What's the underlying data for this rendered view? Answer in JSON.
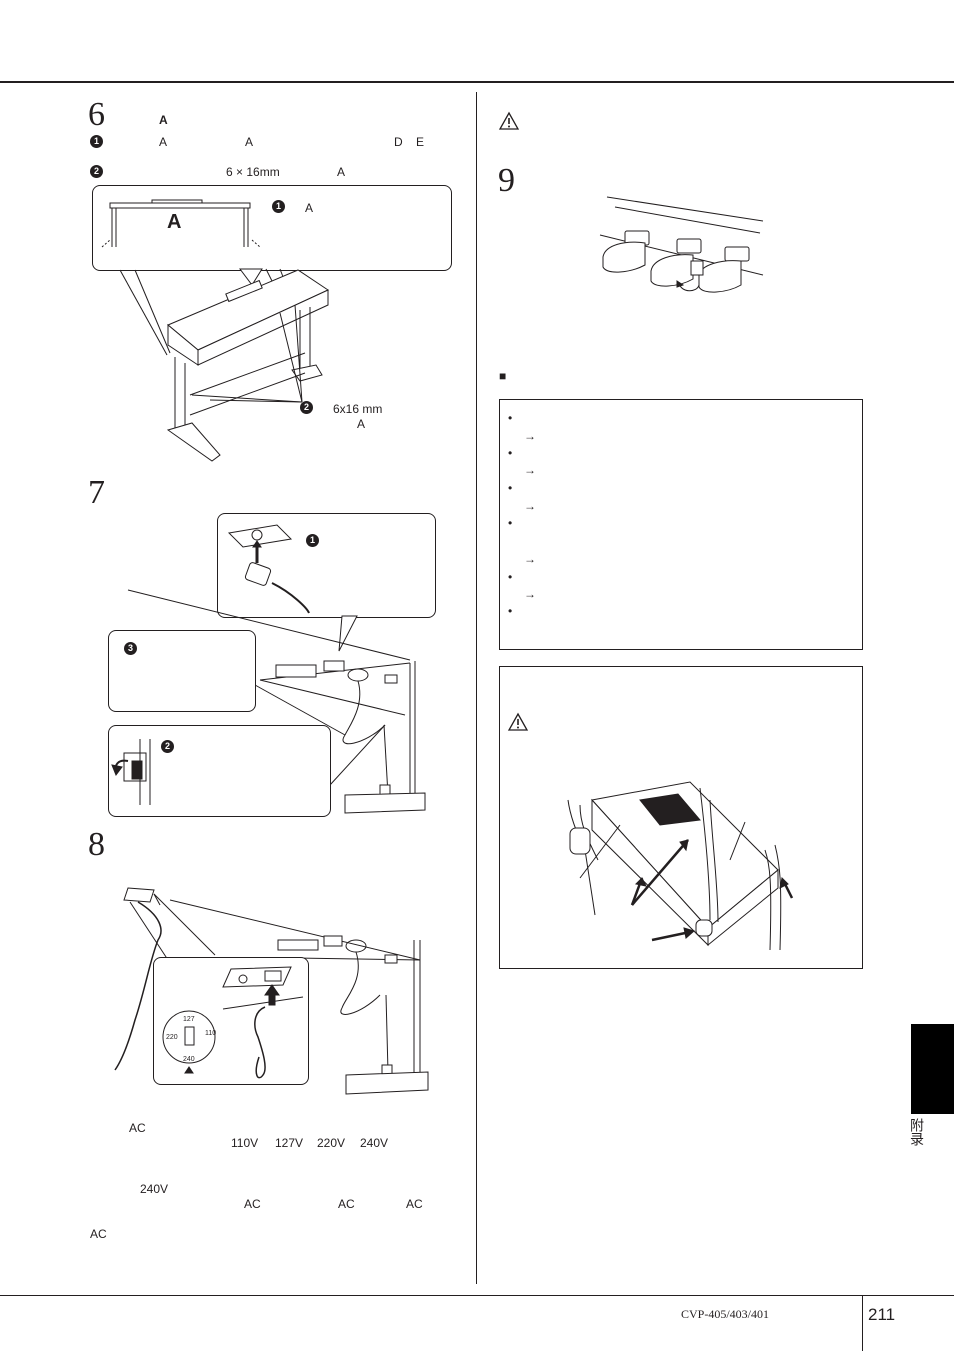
{
  "header": {},
  "step6": {
    "number": "6",
    "heading_ref": "A",
    "line1": {
      "ref1": "A",
      "ref2": "A",
      "ref3": "D",
      "ref4": "E"
    },
    "line2": {
      "size": "6 × 16mm",
      "ref": "A"
    },
    "callout": {
      "panel_letter": "A",
      "ref": "A"
    },
    "screw_label": {
      "size": "6x16 mm",
      "ref": "A"
    }
  },
  "step7": {
    "number": "7"
  },
  "step8": {
    "number": "8",
    "selector_labels": [
      "127",
      "110",
      "220",
      "240"
    ],
    "text": {
      "ac1": "AC",
      "voltages": [
        "110V",
        "127V",
        "220V",
        "240V"
      ],
      "v240": "240V",
      "ac2": "AC",
      "ac3": "AC",
      "ac4": "AC",
      "ac5": "AC"
    }
  },
  "step9": {
    "number": "9"
  },
  "badges": {
    "one": "1",
    "two": "2",
    "three": "3"
  },
  "checklist": {
    "heading_marker": "■",
    "bullet": "•",
    "arrow": "→"
  },
  "footer": {
    "model": "CVP-405/403/401",
    "page": "211",
    "tab_label": "附录"
  }
}
